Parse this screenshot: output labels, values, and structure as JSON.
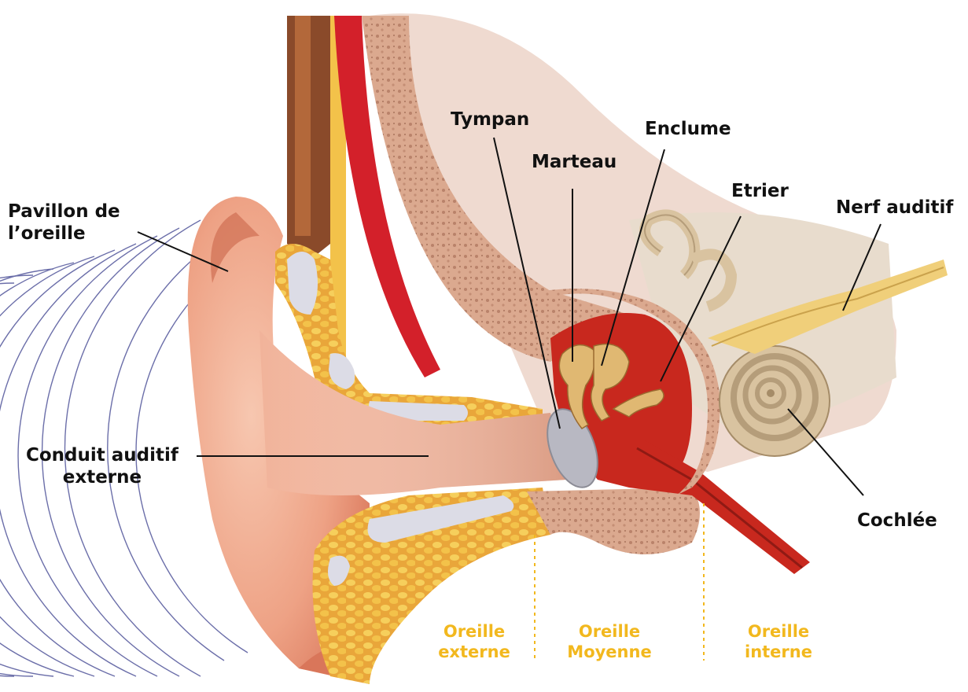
{
  "labels": {
    "pavillon": [
      "Pavillon de",
      "l’oreille"
    ],
    "conduit": [
      "Conduit auditif",
      "externe"
    ],
    "tympan": "Tympan",
    "marteau": "Marteau",
    "enclume": "Enclume",
    "etrier": "Etrier",
    "nerf": "Nerf auditif",
    "cochlee": "Cochlée"
  },
  "zones": {
    "externe": [
      "Oreille",
      "externe"
    ],
    "moyenne": [
      "Oreille",
      "Moyenne"
    ],
    "interne": [
      "Oreille",
      "interne"
    ]
  },
  "colors": {
    "skin": "#e9967a",
    "bone": "#d9a48a",
    "fat": "#f3c24a",
    "cartilage": "#dcdce6",
    "middle_ear": "#c8281e",
    "inner_ear": "#d9c3a0",
    "sound_waves": "#5b5fa0",
    "zone_text": "#f2b81e"
  }
}
